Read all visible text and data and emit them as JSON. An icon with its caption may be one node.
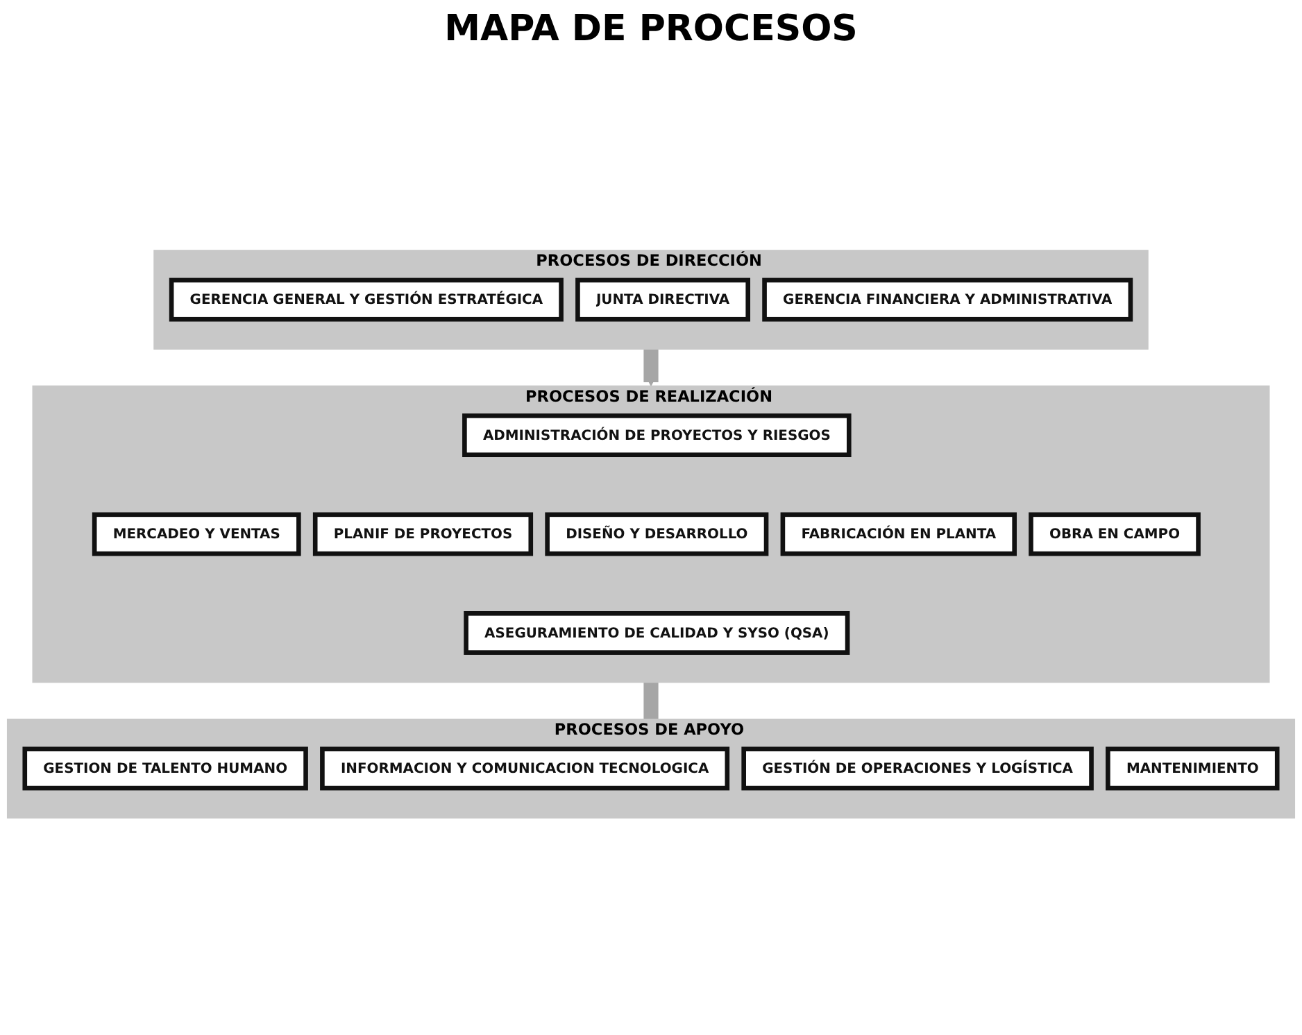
{
  "diagram": {
    "title": "MAPA DE PROCESOS",
    "nodes": [
      {
        "text": [
          "PROCESOS DE DIRECCIÓN"
        ]
      },
      {
        "text": [
          "GERENCIA GENERAL Y GESTIÓN ESTRATÉGICA"
        ],
        "in": 0
      },
      {
        "text": [
          "JUNTA DIRECTIVA"
        ],
        "in": 0
      },
      {
        "text": [
          "GERENCIA FINANCIERA Y ADMINISTRATIVA"
        ],
        "in": 0
      },
      {
        "text": [
          "PROCESOS DE REALIZACIÓN"
        ]
      },
      {
        "text": [
          "ADMINISTRACIÓN DE PROYECTOS Y RIESGOS"
        ],
        "in": 4
      },
      {
        "text": [
          "MERCADEO Y VENTAS"
        ],
        "in": 4
      },
      {
        "text": [
          "PLANIF DE PROYECTOS"
        ],
        "in": 4
      },
      {
        "text": [
          "DISEÑO Y DESARROLLO"
        ],
        "in": 4
      },
      {
        "text": [
          "FABRICACIÓN EN PLANTA"
        ],
        "in": 4
      },
      {
        "text": [
          "OBRA EN CAMPO"
        ],
        "in": 4
      },
      {
        "text": [
          "ASEGURAMIENTO DE CALIDAD Y SYSO (QSA)"
        ],
        "in": 4
      },
      {
        "text": [
          "PROCESOS DE APOYO"
        ]
      },
      {
        "text": [
          "GESTION DE TALENTO HUMANO"
        ],
        "in": 12
      },
      {
        "text": [
          "INFORMACION Y COMUNICACION TECNOLOGICA"
        ],
        "in": 12
      },
      {
        "text": [
          "GESTIÓN DE OPERACIONES Y LOGÍSTICA"
        ],
        "in": 12
      },
      {
        "text": [
          "MANTENIMIENTO"
        ],
        "in": 12
      }
    ],
    "edges": [
      {
        "from": 0,
        "to": 4,
        "arrow": "to"
      },
      {
        "from": 12,
        "to": 4,
        "arrow": "to"
      }
    ]
  }
}
